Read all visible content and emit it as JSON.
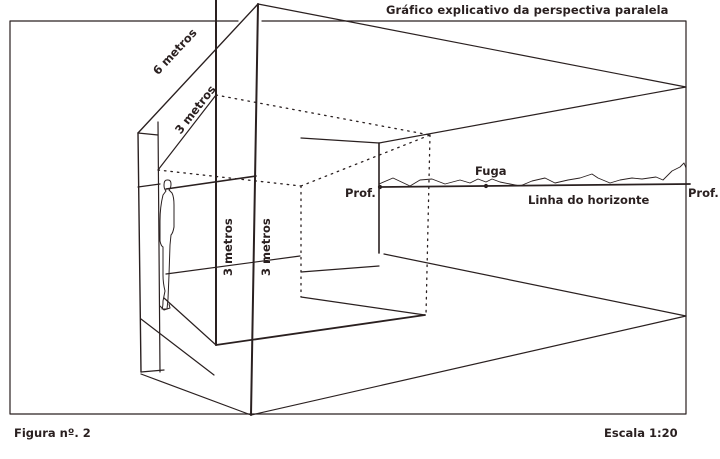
{
  "figure": {
    "title": "Gráfico explicativo da perspectiva paralela",
    "figure_number": "Figura nº. 2",
    "scale": "Escala 1:20"
  },
  "labels": {
    "depth_6m": "6 metros",
    "depth_3m": "3 metros",
    "height_inner": "3 metros",
    "height_outer": "3 metros",
    "vanishing": "Fuga",
    "horizon": "Linha do horizonte",
    "depth_left": "Prof.",
    "depth_right": "Prof."
  },
  "colors": {
    "ink": "#2a2020",
    "background": "#ffffff"
  }
}
